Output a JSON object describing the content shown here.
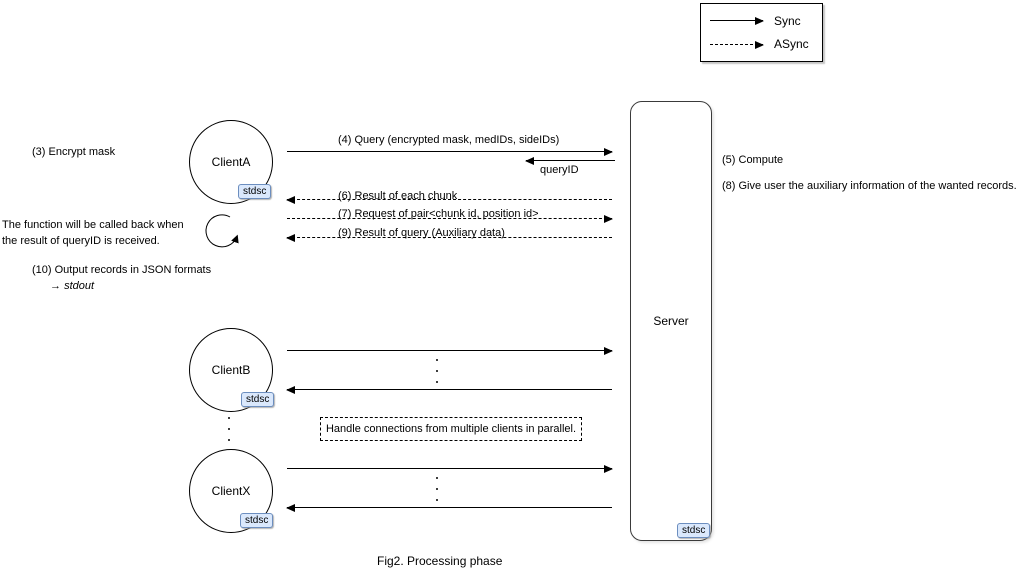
{
  "legend": {
    "sync": "Sync",
    "async": "ASync"
  },
  "actors": {
    "client_a": {
      "label": "ClientA",
      "badge": "stdsc"
    },
    "client_b": {
      "label": "ClientB",
      "badge": "stdsc"
    },
    "client_x": {
      "label": "ClientX",
      "badge": "stdsc"
    },
    "server": {
      "label": "Server",
      "badge": "stdsc"
    }
  },
  "messages": {
    "m4": "(4) Query (encrypted mask, medIDs, sideIDs)",
    "query_id": "queryID",
    "m6": "(6) Result of  each chunk",
    "m7": "(7) Request of pair<chunk id, position id>",
    "m9": "(9) Result of query (Auxiliary data)"
  },
  "annotations": {
    "a3": "(3) Encrypt mask",
    "callback_l1": "The function will be called back when",
    "callback_l2": "the result of queryID is received.",
    "a10_l1": "(10) Output records in JSON formats",
    "a10_arrow": "→",
    "a10_stdout": "stdout",
    "a5": "(5) Compute",
    "a8": "(8) Give user the auxiliary information of the wanted records.",
    "parallel_note": "Handle connections from multiple clients in parallel."
  },
  "caption": "Fig2. Processing phase",
  "colors": {
    "line": "#000000",
    "badge_fill": "#dae8fc",
    "badge_border": "#6c8ebf"
  }
}
